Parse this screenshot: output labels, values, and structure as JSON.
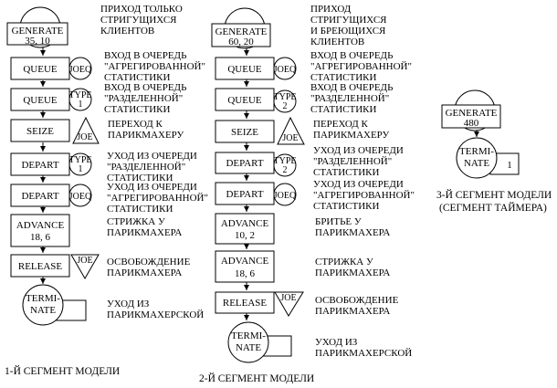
{
  "segment1": {
    "generate": {
      "label": "GENERATE",
      "operands": "35, 10"
    },
    "generate_note": [
      "ПРИХОД ТОЛЬКО",
      "СТРИГУЩИХСЯ",
      "КЛИЕНТОВ"
    ],
    "queue1": {
      "label": "QUEUE",
      "tag": "JOEQ"
    },
    "queue1_note": [
      "ВХОД В ОЧЕРЕДЬ",
      "\"АГРЕГИРОВАННОЙ\"",
      "СТАТИСТИКИ"
    ],
    "queue2": {
      "label": "QUEUE",
      "tag": "TYPE",
      "tag_num": "1"
    },
    "queue2_note": [
      "ВХОД В ОЧЕРЕДЬ",
      "\"РАЗДЕЛЕННОЙ\"",
      "СТАТИСТИКИ"
    ],
    "seize": {
      "label": "SEIZE",
      "tag": "JOE"
    },
    "seize_note": [
      "ПЕРЕХОД К",
      "ПАРИКМАХЕРУ"
    ],
    "depart1": {
      "label": "DEPART",
      "tag": "TYPE",
      "tag_num": "1"
    },
    "depart1_note": [
      "УХОД ИЗ ОЧЕРЕДИ",
      "\"РАЗДЕЛЕННОЙ\"",
      "СТАТИСТИКИ"
    ],
    "depart2": {
      "label": "DEPART",
      "tag": "JOEQ"
    },
    "depart2_note": [
      "УХОД ИЗ ОЧЕРЕДИ",
      "\"АГРЕГИРОВАННОЙ\"",
      "СТАТИСТИКИ"
    ],
    "advance": {
      "label": "ADVANCE",
      "operands": "18, 6"
    },
    "advance_note": [
      "СТРИЖКА У",
      "ПАРИКМАХЕРА"
    ],
    "release": {
      "label": "RELEASE",
      "tag": "JOE"
    },
    "release_note": [
      "ОСВОБОЖДЕНИЕ",
      "ПАРИКМАХЕРА"
    ],
    "terminate": {
      "label1": "TERMI-",
      "label2": "NATE"
    },
    "terminate_note": [
      "УХОД ИЗ",
      "ПАРИКМАХЕРСКОЙ"
    ],
    "caption": "1-Й СЕГМЕНТ МОДЕЛИ"
  },
  "segment2": {
    "generate": {
      "label": "GENERATE",
      "operands": "60, 20"
    },
    "generate_note": [
      "ПРИХОД",
      "СТРИГУЩИХСЯ",
      "И БРЕЮЩИХСЯ",
      "КЛИЕНТОВ"
    ],
    "queue1": {
      "label": "QUEUE",
      "tag": "JOEQ"
    },
    "queue1_note": [
      "ВХОД В ОЧЕРЕДЬ",
      "\"АГРЕГИРОВАННОЙ\"",
      "СТАТИСТИКИ"
    ],
    "queue2": {
      "label": "QUEUE",
      "tag": "TYPE",
      "tag_num": "2"
    },
    "queue2_note": [
      "ВХОД В ОЧЕРЕДЬ",
      "\"РАЗДЕЛЕННОЙ\"",
      "СТАТИСТИКИ"
    ],
    "seize": {
      "label": "SEIZE",
      "tag": "JOE"
    },
    "seize_note": [
      "ПЕРЕХОД К",
      "ПАРИКМАХЕРУ"
    ],
    "depart1": {
      "label": "DEPART",
      "tag": "TYPE",
      "tag_num": "2"
    },
    "depart1_note": [
      "УХОД ИЗ ОЧЕРЕДИ",
      "\"РАЗДЕЛЕННОЙ\"",
      "СТАТИСТИКИ"
    ],
    "depart2": {
      "label": "DEPART",
      "tag": "JOEQ"
    },
    "depart2_note": [
      "УХОД ИЗ ОЧЕРЕДИ",
      "\"АГРЕГИРОВАННОЙ\"",
      "СТАТИСТИКИ"
    ],
    "advance1": {
      "label": "ADVANCE",
      "operands": "10, 2"
    },
    "advance1_note": [
      "БРИТЬЕ У",
      "ПАРИКМАХЕРА"
    ],
    "advance2": {
      "label": "ADVANCE",
      "operands": "18, 6"
    },
    "advance2_note": [
      "СТРИЖКА У",
      "ПАРИКМАХЕРА"
    ],
    "release": {
      "label": "RELEASE",
      "tag": "JOE"
    },
    "release_note": [
      "ОСВОБОЖДЕНИЕ",
      "ПАРИКМАХЕРА"
    ],
    "terminate": {
      "label1": "TERMI-",
      "label2": "NATE"
    },
    "terminate_note": [
      "УХОД ИЗ",
      "ПАРИКМАХЕРСКОЙ"
    ],
    "caption": "2-Й СЕГМЕНТ МОДЕЛИ"
  },
  "segment3": {
    "generate": {
      "label": "GENERATE",
      "operands": "480"
    },
    "terminate": {
      "label1": "TERMI-",
      "label2": "NATE",
      "operand": "1"
    },
    "caption": [
      "3-Й СЕГМЕНТ МОДЕЛИ",
      "(СЕГМЕНТ ТАЙМЕРА)"
    ]
  }
}
